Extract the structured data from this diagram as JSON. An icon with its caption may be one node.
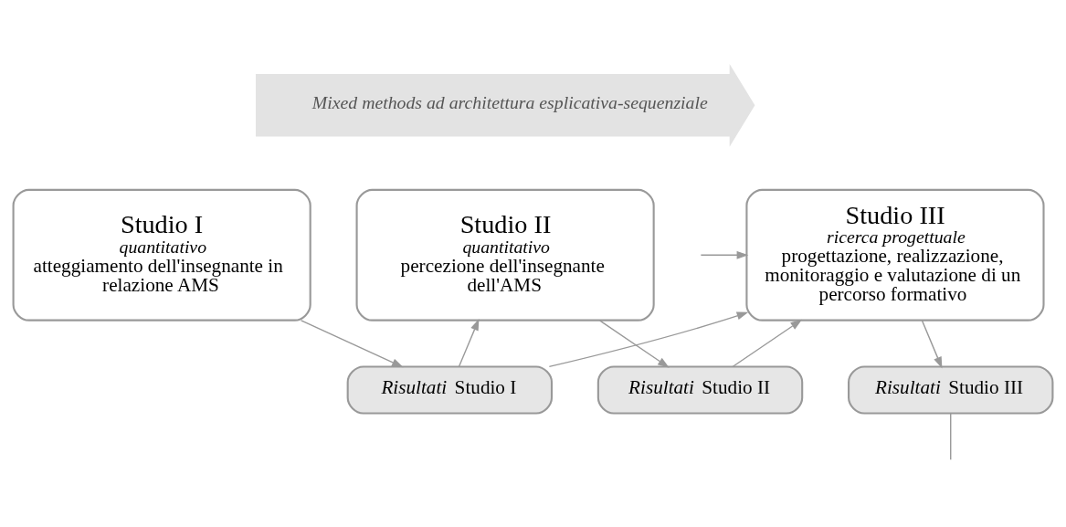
{
  "diagram": {
    "nodes": [
      {
        "text": [
          "Mixed methods ad architettura esplicativa-sequenziale"
        ]
      },
      {
        "text": [
          "Studio I",
          "quantitativo",
          "atteggiamento dell'insegnante in relazione AMS"
        ]
      },
      {
        "text": [
          "Studio II",
          "quantitativo",
          "percezione dell'insegnante dell'AMS"
        ]
      },
      {
        "text": [
          "Studio III",
          "ricerca progettuale",
          "progettazione, realizzazione, monitoraggio e valutazione di un percorso formativo"
        ]
      },
      {
        "text": [
          "*Risultati* Studio I"
        ]
      },
      {
        "text": [
          "*Risultati* Studio II"
        ]
      },
      {
        "text": [
          "*Risultati* Studio III"
        ]
      }
    ],
    "edges": [
      {
        "from": 1,
        "to": 4,
        "arrow": "to"
      },
      {
        "from": 2,
        "to": 5,
        "arrow": "to"
      },
      {
        "from": 3,
        "to": 6,
        "arrow": "to"
      },
      {
        "from": 4,
        "to": 2,
        "arrow": "to"
      },
      {
        "from": 4,
        "to": 3,
        "arrow": "to"
      },
      {
        "from": 5,
        "to": 3,
        "arrow": "to"
      },
      {
        "from": 6,
        "to": null,
        "arrow": "none"
      },
      {
        "from": null,
        "to": 3,
        "arrow": "to"
      }
    ]
  }
}
